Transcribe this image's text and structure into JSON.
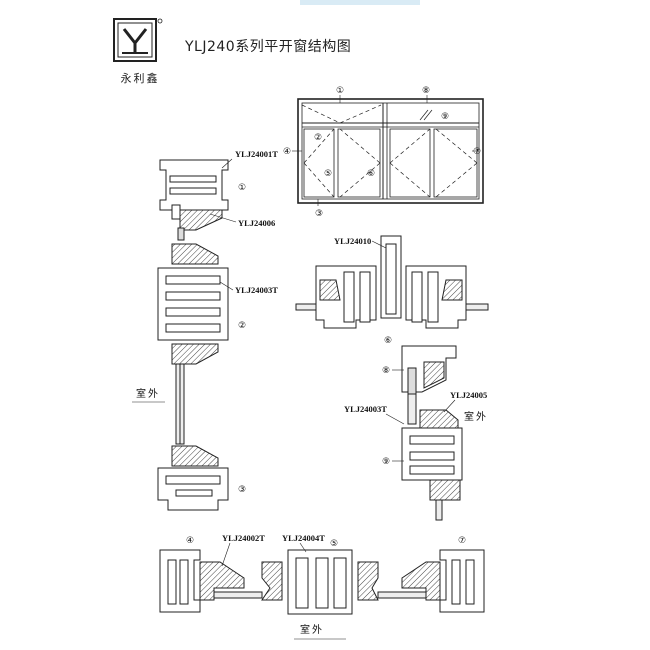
{
  "header": {
    "title": "YLJ240系列平开窗结构图",
    "logo_caption": "永利鑫"
  },
  "callouts": {
    "n1": "①",
    "n2": "②",
    "n3": "③",
    "n4": "④",
    "n5": "⑤",
    "n6": "⑥",
    "n7": "⑦",
    "n8": "⑧",
    "n9": "⑨"
  },
  "profiles": {
    "p1": "YLJ24001T",
    "p6": "YLJ24006",
    "p3a": "YLJ24003T",
    "p10": "YLJ24010",
    "p5": "YLJ24005",
    "p3b": "YLJ24003T",
    "p2": "YLJ24002T",
    "p4": "YLJ24004T"
  },
  "notes": {
    "outdoor": "室外"
  },
  "colors": {
    "line": "#222222",
    "hatch": "#555555",
    "glass": "#e8e8e8"
  }
}
